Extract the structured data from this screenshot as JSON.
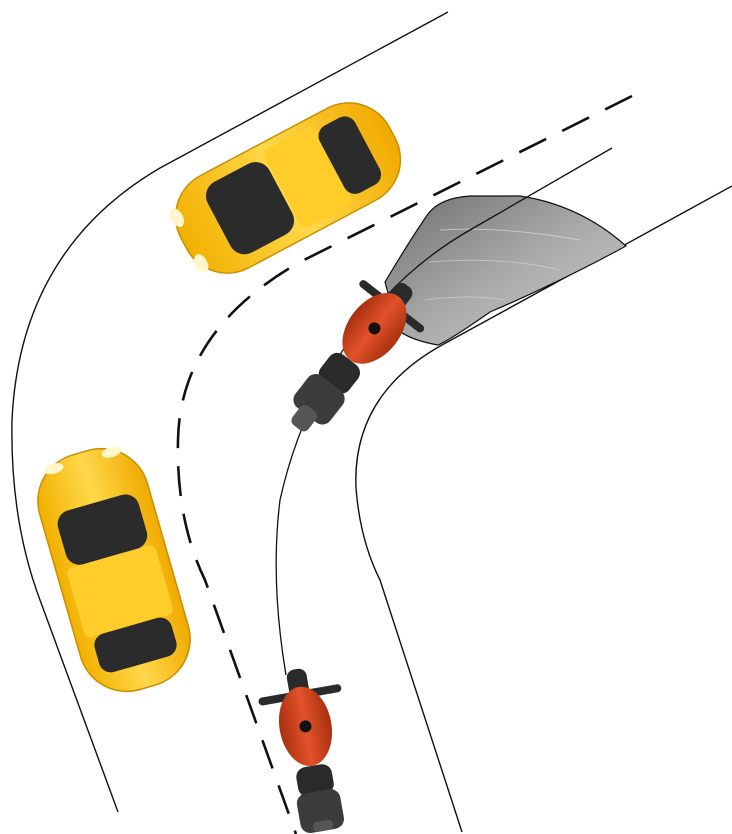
{
  "scene": {
    "colors": {
      "background": "#ffffff",
      "road_edge": "#111111",
      "lane_divider": "#111111",
      "car_body": "#f5b800",
      "car_highlight": "#ffe27a",
      "car_glass": "#2b2b2b",
      "bike_body": "#d0411c",
      "bike_dark": "#2a2a2a",
      "water": "#9a9a9a"
    },
    "objects": {
      "road": "curved-road",
      "lane_divider": "dashed-center-line",
      "vehicles": [
        "yellow-car",
        "yellow-car",
        "red-motorcycle",
        "red-motorcycle"
      ],
      "hazard": "wet-road-patch",
      "path": "motorcycle-path-line"
    }
  }
}
